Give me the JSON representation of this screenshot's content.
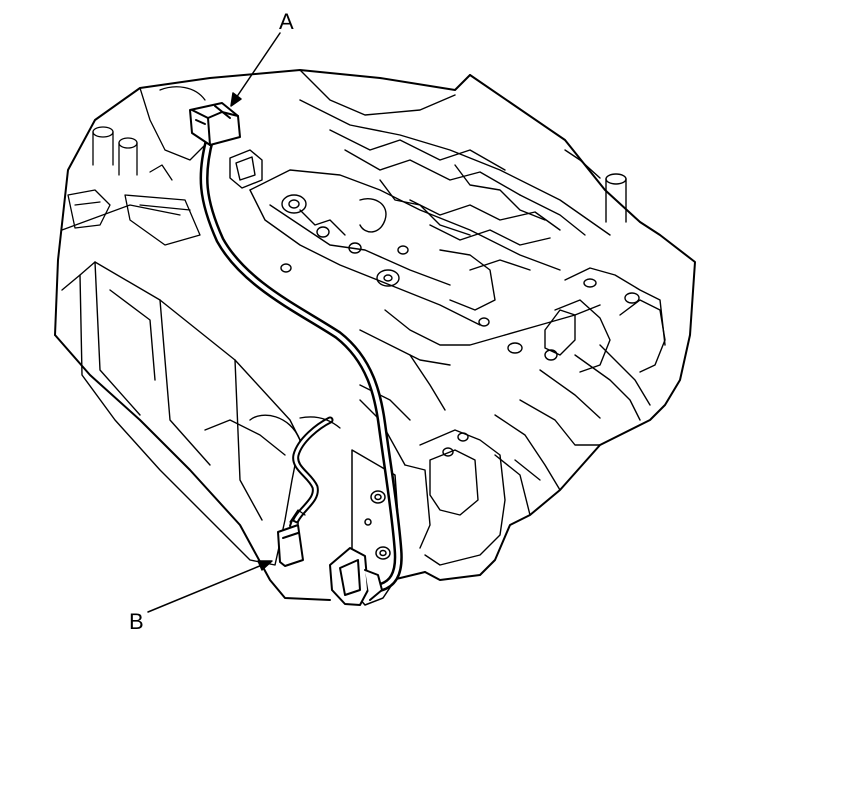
{
  "diagram": {
    "callouts": [
      {
        "id": "a",
        "text": "A"
      },
      {
        "id": "b",
        "text": "B"
      }
    ],
    "colors": {
      "line": "#000000",
      "background": "#ffffff"
    }
  }
}
